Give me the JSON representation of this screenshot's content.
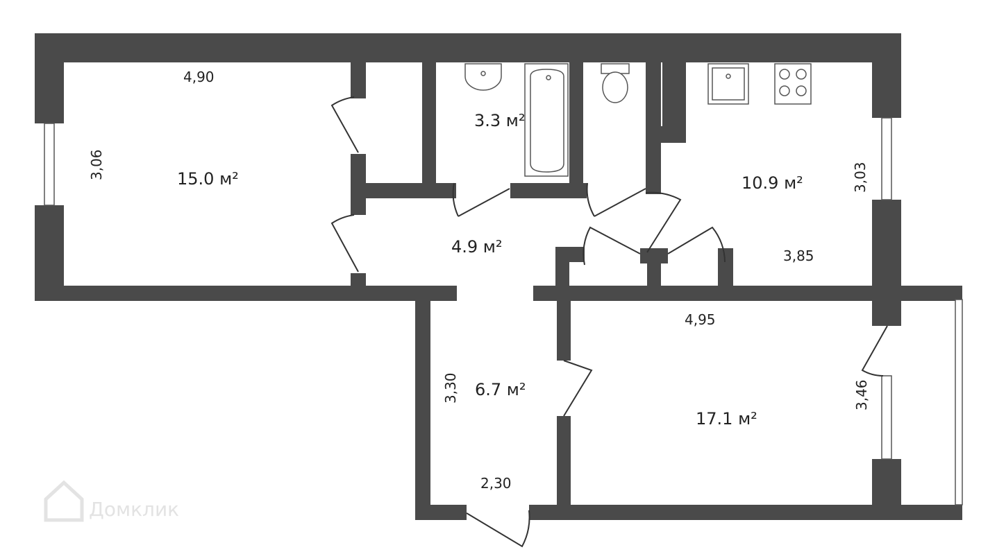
{
  "rooms": {
    "room_left": {
      "area": "15.0 м²",
      "width": "4,90",
      "height": "3,06"
    },
    "bathroom": {
      "area": "3.3 м²"
    },
    "kitchen": {
      "area": "10.9 м²",
      "height": "3,03",
      "width": "3,85"
    },
    "hall": {
      "area": "4.9 м²"
    },
    "entrance": {
      "area": "6.7 м²",
      "height": "3,30",
      "width": "2,30"
    },
    "room_right": {
      "area": "17.1 м²",
      "width": "4,95",
      "height": "3,46"
    }
  },
  "watermark": {
    "brand": "Домклик"
  },
  "colors": {
    "wall": "#4a4a4a",
    "text": "#222222",
    "background": "#ffffff"
  }
}
